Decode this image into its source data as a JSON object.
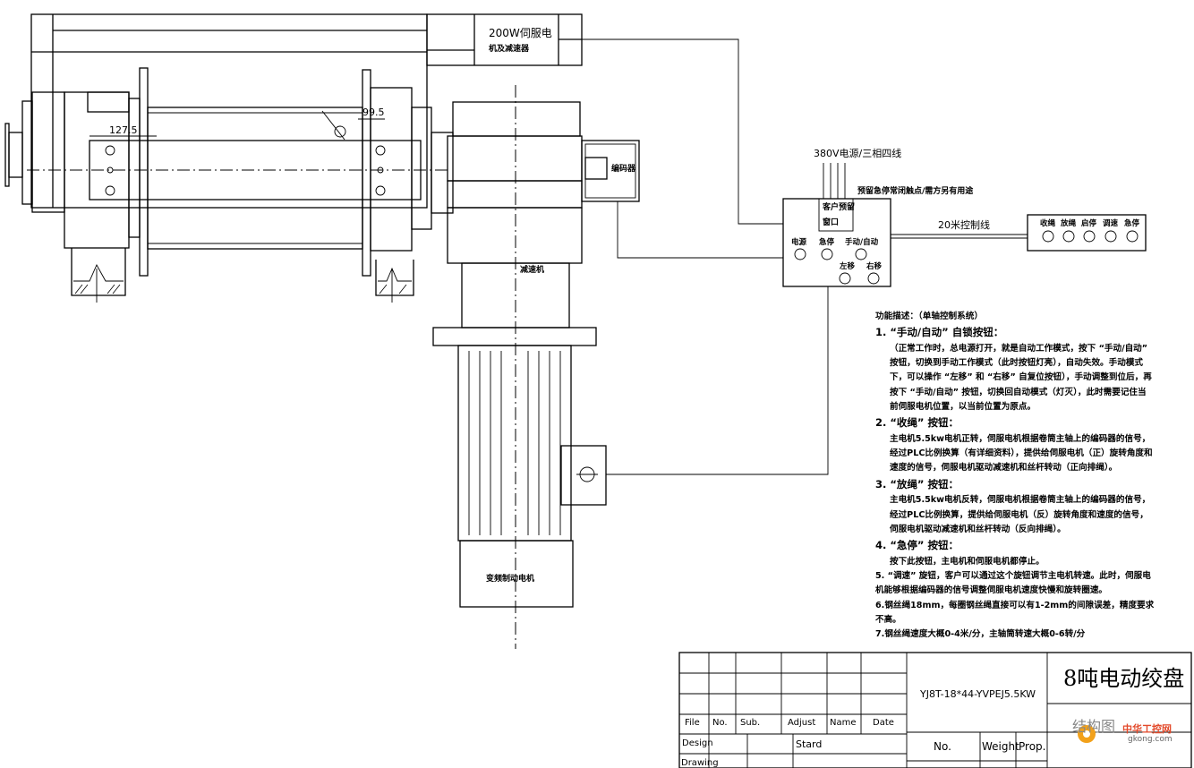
{
  "labels": {
    "servo_motor_line1": "200W伺服电",
    "servo_motor_line2": "机及减速器",
    "encoder": "编码器",
    "reducer": "减速机",
    "vf_motor": "变频制动电机",
    "power_supply": "380V电源/三相四线",
    "estop_reserve": "预留急停常闭触点/需方另有用途",
    "control_line": "20米控制线",
    "customer_window_line1": "客户预留",
    "customer_window_line2": "窗口",
    "dim_1275": "127.5",
    "dim_995": "99.5"
  },
  "control_box": {
    "buttons": [
      "电源",
      "急停",
      "手动/自动",
      "左移",
      "右移"
    ]
  },
  "pendant": {
    "buttons": [
      "收绳",
      "放绳",
      "启停",
      "调速",
      "急停"
    ]
  },
  "description": {
    "title": "功能描述：（单轴控制系统）",
    "items": [
      {
        "head": "1. “手动/自动” 自锁按钮：",
        "body": "（正常工作时，总电源打开，就是自动工作模式，按下 “手动/自动” 按钮，切换到手动工作模式（此时按钮灯亮），自动失效。手动模式下，可以操作 “左移” 和 “右移” 自复位按钮），手动调整到位后，再按下 “手动/自动” 按钮，切换回自动模式（灯灭），此时需要记住当前伺服电机位置，以当前位置为原点。"
      },
      {
        "head": "2. “收绳” 按钮：",
        "body": "主电机5.5kw电机正转，伺服电机根据卷筒主轴上的编码器的信号，经过PLC比例换算（有详细资料），提供给伺服电机（正）旋转角度和速度的信号，伺服电机驱动减速机和丝杆转动（正向排绳）。"
      },
      {
        "head": "3. “放绳” 按钮：",
        "body": "主电机5.5kw电机反转，伺服电机根据卷筒主轴上的编码器的信号，经过PLC比例换算，提供给伺服电机（反）旋转角度和速度的信号，伺服电机驱动减速机和丝杆转动（反向排绳）。"
      },
      {
        "head": "4. “急停” 按钮：",
        "body": "按下此按钮，主电机和伺服电机都停止。"
      },
      {
        "head": "",
        "body": "5. “调速” 旋钮，客户可以通过这个旋钮调节主电机转速。此时，伺服电机能够根据编码器的信号调整伺服电机速度快慢和旋转圈速。"
      },
      {
        "head": "",
        "body": "6.钢丝绳18mm，每圈钢丝绳直接可以有1-2mm的间隙误差，精度要求不高。"
      },
      {
        "head": "",
        "body": "7.钢丝绳速度大概0-4米/分，主轴筒转速大概0-6转/分"
      }
    ]
  },
  "title_block": {
    "headers": [
      "File",
      "No.",
      "Sub.",
      "Adjust",
      "Name",
      "Date"
    ],
    "row_design": "Design",
    "row_drawing": "Drawing",
    "stard": "Stard",
    "model": "YJ8T-18*44-YVPEJ5.5KW",
    "title": "8吨电动绞盘",
    "col_no": "No.",
    "col_weight": "Weight",
    "col_prop": "Prop.",
    "structure_label": "结构图",
    "watermark": "中华工控网",
    "watermark_url": "gkong.com"
  }
}
